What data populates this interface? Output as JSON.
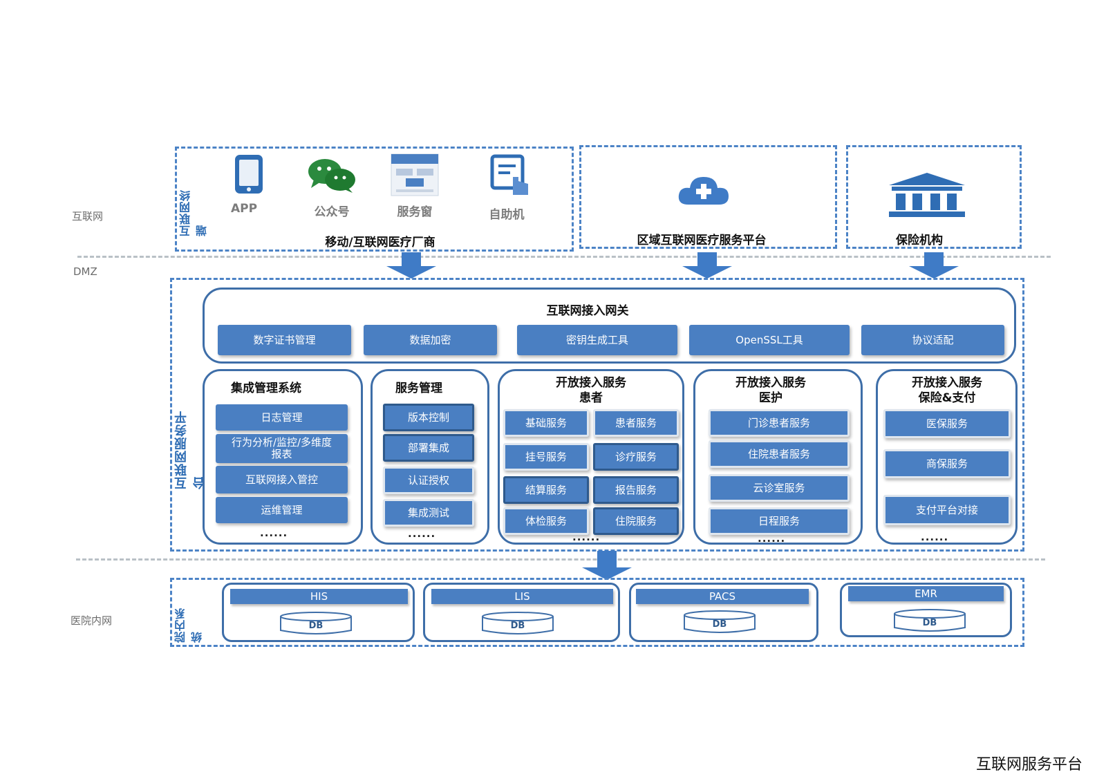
{
  "zones": {
    "internet": "互联网",
    "dmz": "DMZ",
    "intranet": "医院内网"
  },
  "top": {
    "terminal_label": "互联网终端",
    "icons": [
      {
        "label": "APP",
        "icon": "phone-icon"
      },
      {
        "label": "公众号",
        "icon": "wechat-icon"
      },
      {
        "label": "服务窗",
        "icon": "service-window-icon"
      },
      {
        "label": "自助机",
        "icon": "kiosk-icon"
      }
    ],
    "vendor_caption": "移动/互联网医疗厂商",
    "regional_caption": "区域互联网医疗服务平台",
    "insurance_caption": "保险机构"
  },
  "platform": {
    "vertical_label": "互联网服务平台",
    "gateway": {
      "title": "互联网接入网关",
      "items": [
        "数字证书管理",
        "数据加密",
        "密钥生成工具",
        "OpenSSL工具",
        "协议适配"
      ]
    },
    "integration": {
      "title": "集成管理系统",
      "items": [
        "日志管理",
        "行为分析/监控/多维度\n报表",
        "互联网接入管控",
        "运维管理"
      ],
      "more": "......"
    },
    "service_mgmt": {
      "title": "服务管理",
      "items": [
        "版本控制",
        "部署集成",
        "认证授权",
        "集成测试"
      ],
      "more": "......"
    },
    "patient": {
      "title_line1": "开放接入服务",
      "title_line2": "患者",
      "items": [
        "基础服务",
        "患者服务",
        "挂号服务",
        "诊疗服务",
        "结算服务",
        "报告服务",
        "体检服务",
        "住院服务"
      ],
      "more": "......"
    },
    "medical": {
      "title_line1": "开放接入服务",
      "title_line2": "医护",
      "items": [
        "门诊患者服务",
        "住院患者服务",
        "云诊室服务",
        "日程服务"
      ],
      "more": "......"
    },
    "insurance_pay": {
      "title_line1": "开放接入服务",
      "title_line2": "保险&支付",
      "items": [
        "医保服务",
        "商保服务",
        "支付平台对接"
      ],
      "more": "......"
    }
  },
  "hospital": {
    "vertical_label": "院内系统",
    "systems": [
      {
        "name": "HIS",
        "db": "DB"
      },
      {
        "name": "LIS",
        "db": "DB"
      },
      {
        "name": "PACS",
        "db": "DB"
      },
      {
        "name": "EMR",
        "db": "DB"
      }
    ]
  },
  "footer": "互联网服务平台",
  "colors": {
    "accent": "#4a7fc2",
    "border": "#3e6ea8",
    "dash": "#4c83c6"
  }
}
